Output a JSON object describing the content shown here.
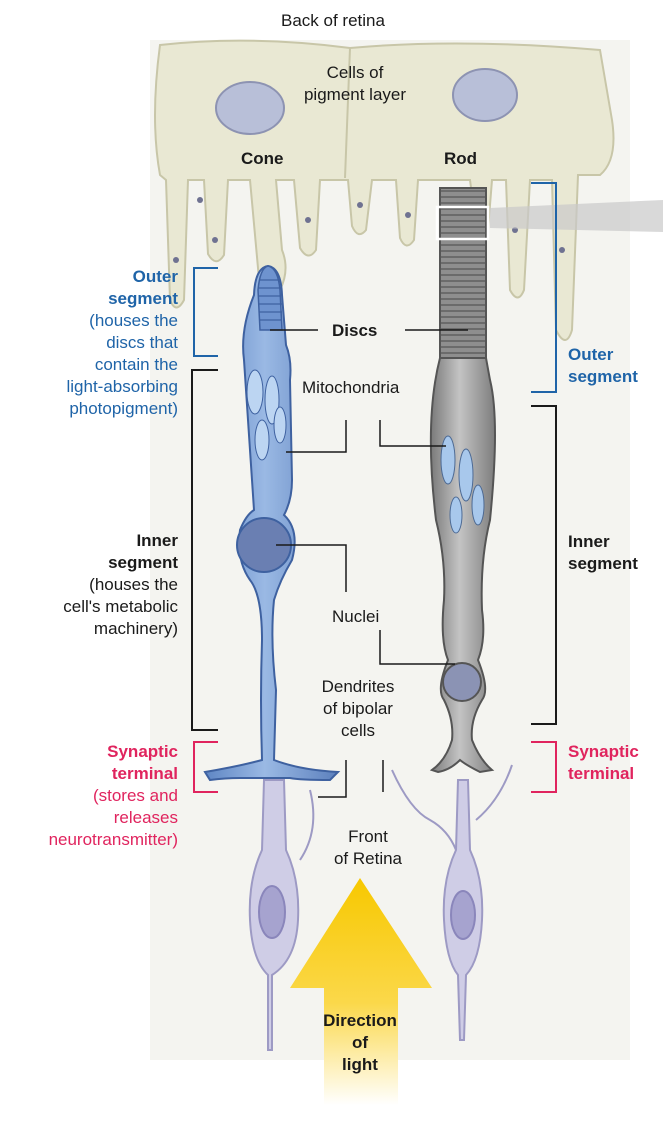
{
  "header": "Back of retina",
  "pigment_layer": "Cells of\npigment layer",
  "cone": "Cone",
  "rod": "Rod",
  "discs": "Discs",
  "mitochondria": "Mitochondria",
  "nuclei": "Nuclei",
  "dendrites": "Dendrites\nof bipolar\ncells",
  "front": "Front\nof Retina",
  "direction": "Direction\nof\nlight",
  "left": {
    "outer_title": "Outer\nsegment",
    "outer_desc": "(houses the\ndiscs that\ncontain the\nlight-absorbing\nphotopigment)",
    "inner_title": "Inner\nsegment",
    "inner_desc": "(houses the\ncell's metabolic\nmachinery)",
    "synaptic_title": "Synaptic\nterminal",
    "synaptic_desc": "(stores and\nreleases\nneurotransmitter)"
  },
  "right": {
    "outer_title": "Outer\nsegment",
    "inner_title": "Inner\nsegment",
    "synaptic_title": "Synaptic\nterminal"
  },
  "colors": {
    "blue_label": "#1f64a8",
    "red_label": "#e0245e",
    "cone_cell": "#7fa3d6",
    "rod_cell": "#9b9b9b",
    "pigment": "#e9e8d3",
    "light_arrow": "#f7c800"
  }
}
